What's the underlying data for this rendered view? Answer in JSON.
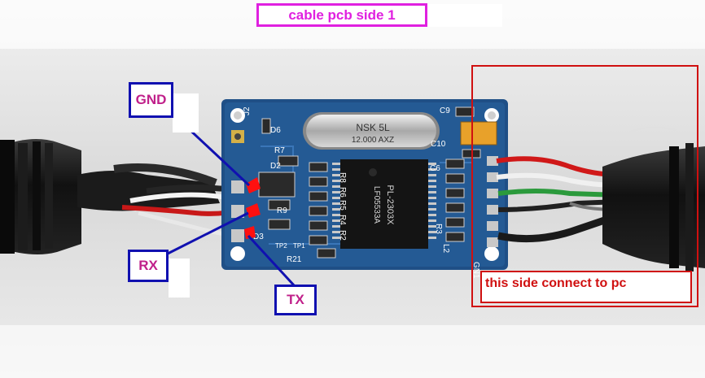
{
  "labels": {
    "title": "cable pcb side 1",
    "gnd": "GND",
    "rx": "RX",
    "tx": "TX",
    "pc_side": "this side connect to pc"
  },
  "pcb": {
    "crystal_brand": "NSK 5L",
    "crystal_freq": "12.000 AXZ",
    "chip_model": "PL-2303X",
    "chip_code": "LF05533A",
    "components": [
      "J2",
      "D6",
      "R7",
      "D2",
      "R9",
      "D3",
      "TP2",
      "TP1",
      "R21",
      "R8",
      "R6",
      "R5",
      "R4",
      "R2",
      "R3",
      "C9",
      "C10",
      "C6",
      "L2",
      "GN1"
    ]
  },
  "colors": {
    "title": "#e020e0",
    "box_border": "#1010b0",
    "box_text": "#c0208a",
    "pc_border": "#d01010",
    "pcb": "#1f4f86",
    "marker": "#ff1010"
  }
}
